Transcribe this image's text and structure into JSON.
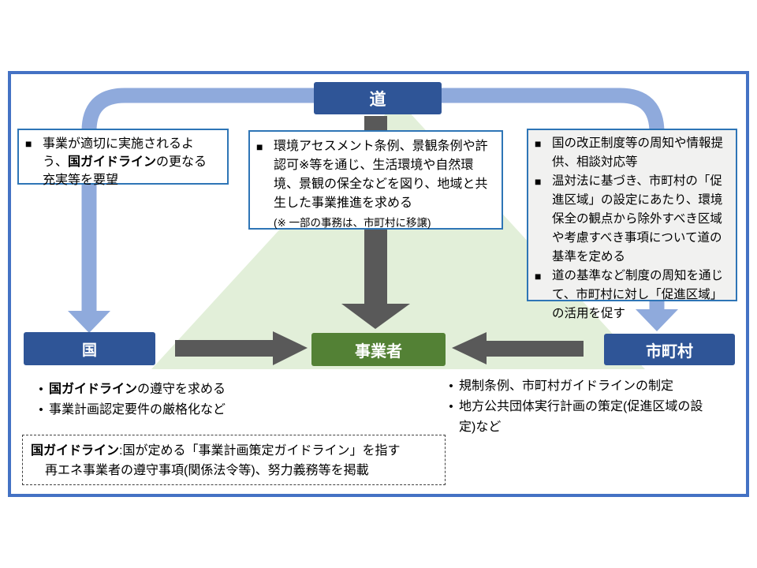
{
  "ui": {
    "square_marker": "■",
    "bullet_marker": "•"
  },
  "nodes": {
    "hokkaido": {
      "label": "道"
    },
    "national": {
      "label": "国"
    },
    "operator": {
      "label": "事業者"
    },
    "municipality": {
      "label": "市町村"
    }
  },
  "callouts": {
    "to_national": {
      "pre": "事業が適切に実施されるよう、",
      "bold": "国ガイドライン",
      "post": "の更なる充実等を要望"
    },
    "to_operator": {
      "text": "環境アセスメント条例、景観条例や許認可※等を通じ、生活環境や自然環境、景観の保全などを図り、地域と共生した事業推進を求める",
      "note": "(※ 一部の事務は、市町村に移譲)"
    },
    "to_municipality": {
      "items": [
        "国の改正制度等の周知や情報提供、相談対応等",
        "温対法に基づき、市町村の「促進区域」の設定にあたり、環境保全の観点から除外すべき区域や考慮すべき事項について道の基準を定める",
        "道の基準など制度の周知を通じて、市町村に対し「促進区域」の活用を促す"
      ]
    }
  },
  "national_actions": {
    "item1_bold": "国ガイドライン",
    "item1_rest": "の遵守を求める",
    "item2": "事業計画認定要件の厳格化など"
  },
  "municipality_actions": {
    "item1": "規制条例、市町村ガイドラインの制定",
    "item2": "地方公共団体実行計画の策定(促進区域の設定)など"
  },
  "footnote": {
    "line1_bold": "国ガイドライン",
    "line1_rest": ":国が定める「事業計画策定ガイドライン」を指す",
    "line2": "再エネ事業者の遵守事項(関係法令等)、努力義務等を掲載"
  },
  "colors": {
    "frame_border": "#4472C4",
    "node_blue": "#2F5597",
    "node_green": "#538135",
    "triangle_green": "#E2EFD9",
    "arrow_blue": "#8FAADC",
    "arrow_gray": "#595959",
    "callout_border": "#2E75B6",
    "callout_gray_bg": "#F1F1F0"
  }
}
